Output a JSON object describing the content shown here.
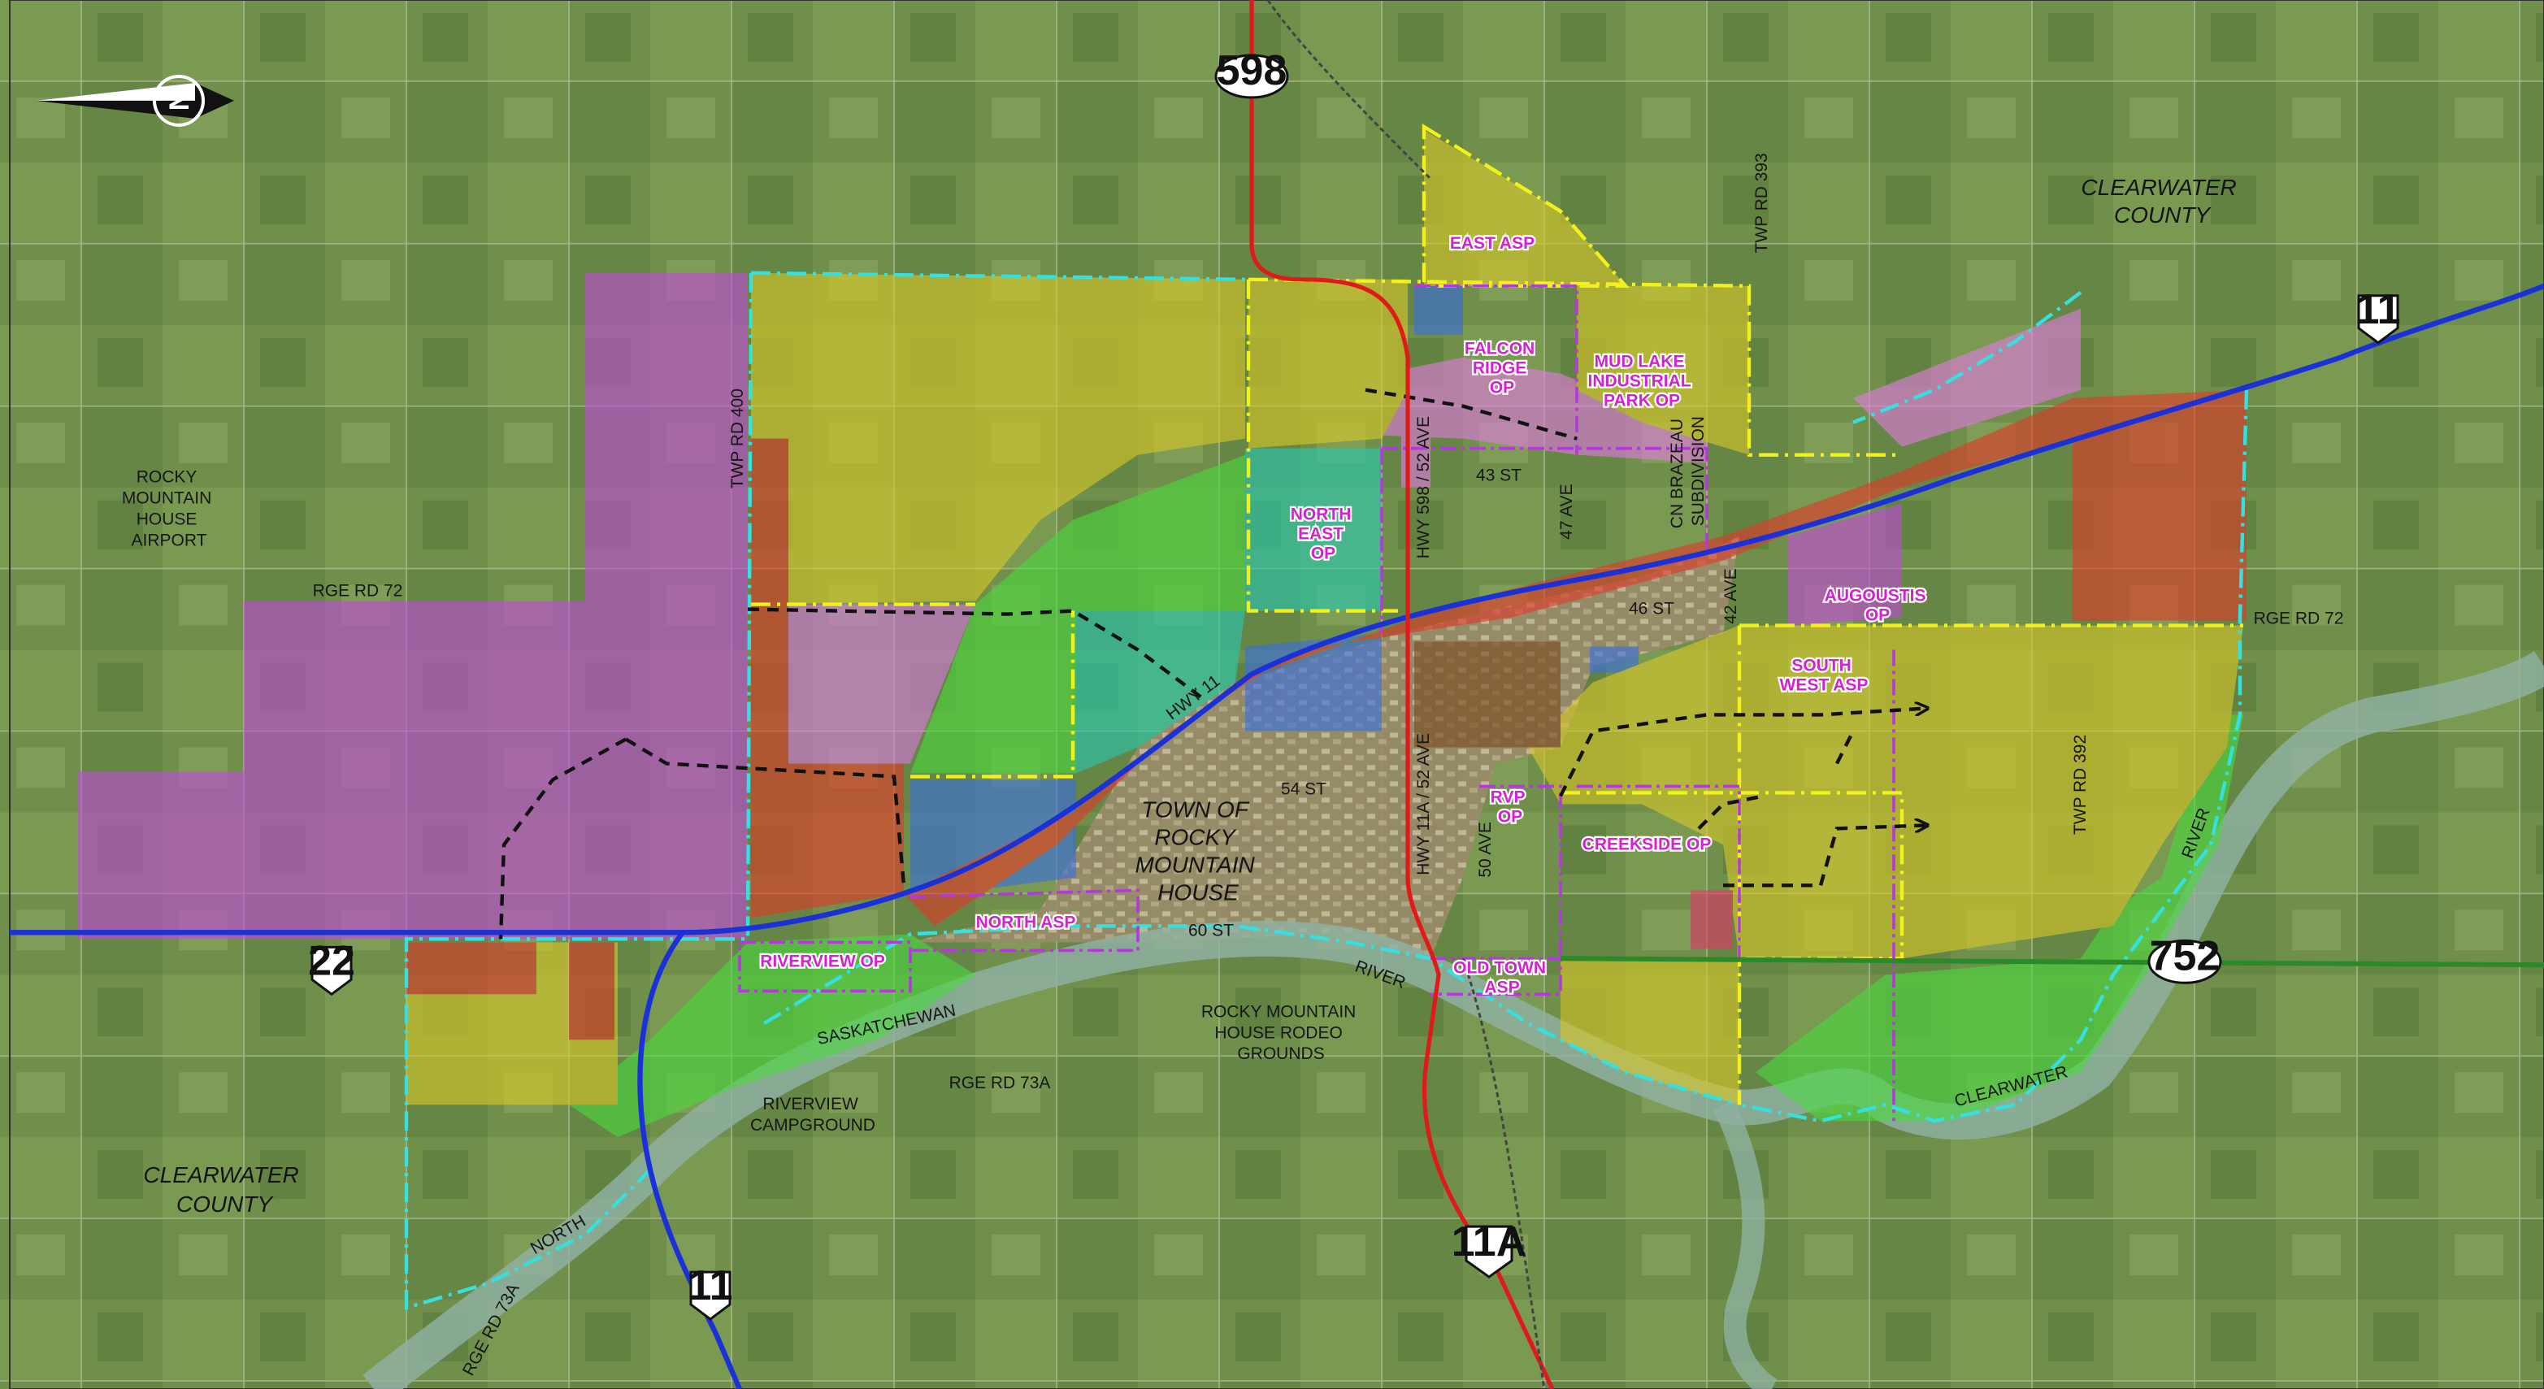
{
  "map": {
    "north_arrow_label": "N",
    "places": {
      "town": [
        "TOWN OF",
        "ROCKY",
        "MOUNTAIN",
        "HOUSE"
      ],
      "county_ne": [
        "CLEARWATER",
        "COUNTY"
      ],
      "county_sw": [
        "CLEARWATER",
        "COUNTY"
      ],
      "airport": [
        "ROCKY",
        "MOUNTAIN",
        "HOUSE",
        "AIRPORT"
      ],
      "rodeo": [
        "ROCKY MOUNTAIN",
        "HOUSE RODEO",
        "GROUNDS"
      ],
      "campground": [
        "RIVERVIEW",
        "CAMPGROUND"
      ]
    },
    "plan_areas": {
      "east_asp": "EAST ASP",
      "falcon_ridge": [
        "FALCON",
        "RIDGE",
        "OP"
      ],
      "mud_lake": [
        "MUD LAKE",
        "INDUSTRIAL",
        "PARK OP"
      ],
      "north_east": [
        "NORTH",
        "EAST",
        "OP"
      ],
      "augoustis": [
        "AUGOUSTIS",
        "OP"
      ],
      "south_west": [
        "SOUTH",
        "WEST ASP"
      ],
      "rvp": [
        "RVP",
        "OP"
      ],
      "creekside": "CREEKSIDE OP",
      "north_asp": "NORTH ASP",
      "riverview": "RIVERVIEW OP",
      "old_town": [
        "OLD TOWN",
        "ASP"
      ]
    },
    "roads": {
      "twp400": "TWP RD 400",
      "twp393": "TWP RD 393",
      "twp392": "TWP RD 392",
      "rge72_w": "RGE RD 72",
      "rge72_e": "RGE RD 72",
      "rge73a": "RGE RD 73A",
      "rge73a_sw": "RGE RD 73A",
      "st43": "43 ST",
      "st46": "46 ST",
      "st54": "54 ST",
      "st60": "60 ST",
      "ave47": "47 AVE",
      "ave42": "42 AVE",
      "ave50": "50 AVE",
      "hwy598": "HWY 598 / 52 AVE",
      "hwy11a": "HWY 11A / 52 AVE",
      "hwy11": "HWY 11",
      "cn": [
        "CN BRAZEAU",
        "SUBDIVISION"
      ]
    },
    "rivers": {
      "north": "NORTH",
      "sask": "SASKATCHEWAN",
      "river": "RIVER",
      "clearwater": "CLEARWATER",
      "river_e": "RIVER"
    },
    "shields": {
      "s598": "598",
      "s11_ne": "11",
      "s22": "22",
      "s752": "752",
      "s11a": "11A",
      "s11_s": "11"
    },
    "colors": {
      "highway": "#1a30d8",
      "secondary_highway": "#e01a1a",
      "provincial_road_752": "#2a8a2a",
      "boundary_cyan": "#34e0e0",
      "boundary_yellow": "#f2f21a",
      "boundary_purple": "#b33ad9",
      "growth_black_dashed": "#111111"
    }
  }
}
